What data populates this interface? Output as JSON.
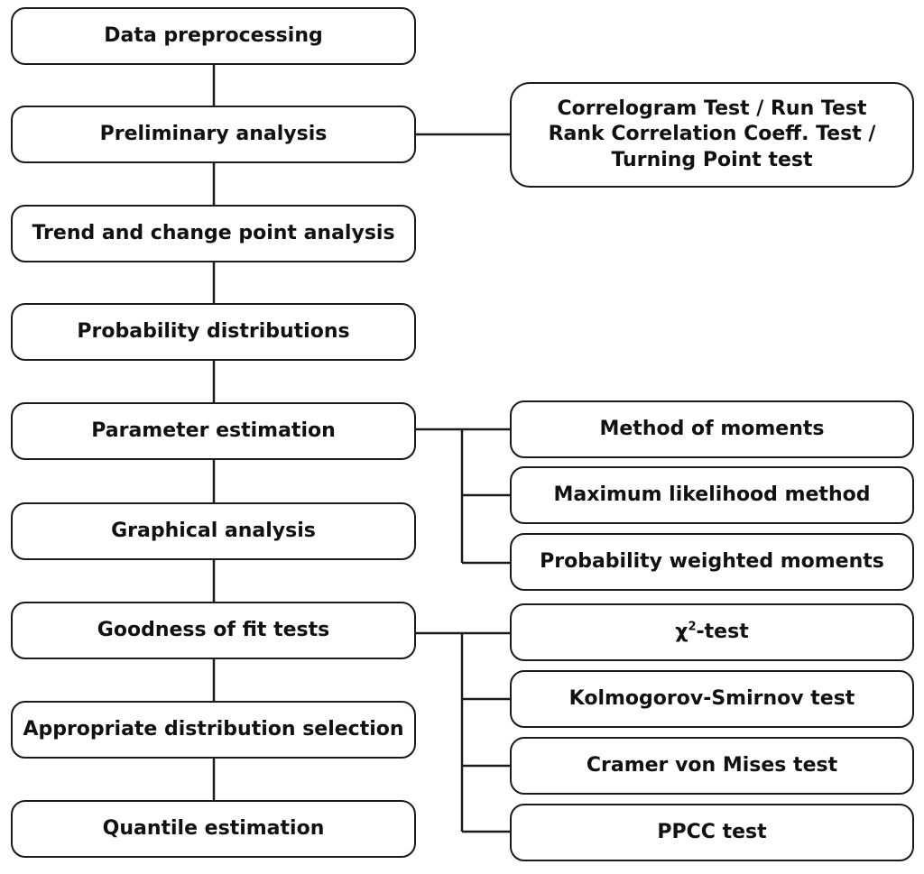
{
  "main_steps": [
    "Data preprocessing",
    "Preliminary analysis",
    "Trend and change point analysis",
    "Probability distributions",
    "Parameter estimation",
    "Graphical analysis",
    "Goodness of fit tests",
    "Appropriate distribution selection",
    "Quantile estimation"
  ],
  "preliminary_tests": {
    "line1": "Correlogram Test / Run Test",
    "line2": "Rank Correlation Coeff. Test /",
    "line3": "Turning Point test"
  },
  "estimation_methods": [
    "Method of moments",
    "Maximum likelihood method",
    "Probability weighted moments"
  ],
  "fit_tests": {
    "chi_symbol": "χ",
    "chi_sup": "2",
    "chi_suffix": "-test",
    "others": [
      "Kolmogorov-Smirnov test",
      "Cramer von Mises test",
      "PPCC test"
    ]
  }
}
